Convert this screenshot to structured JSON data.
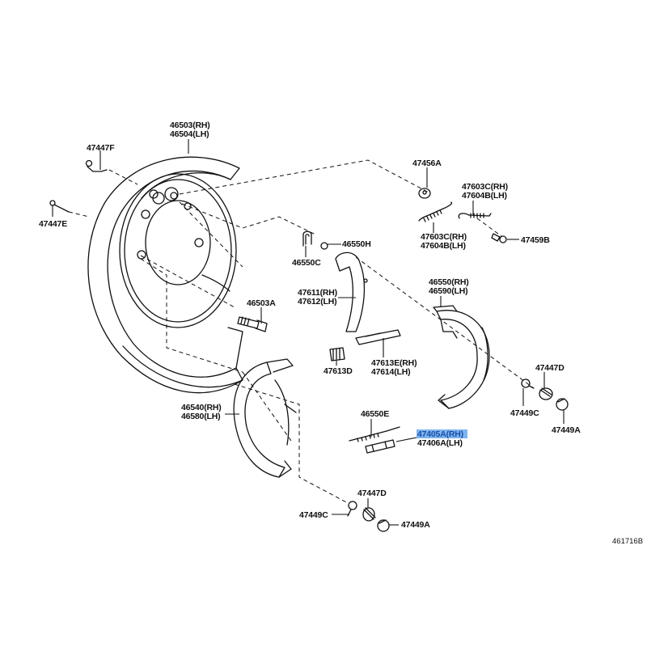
{
  "diagram": {
    "title": "Rear brake parking shoe assembly exploded view",
    "figure_code": "461716B",
    "highlight_color": "#7fb4ee",
    "parts": [
      {
        "id": "backing-plate",
        "labels": [
          "46503(RH)",
          "46504(LH)"
        ]
      },
      {
        "id": "clip-f",
        "labels": [
          "47447F"
        ]
      },
      {
        "id": "pin-e",
        "labels": [
          "47447E"
        ]
      },
      {
        "id": "bolt-a",
        "labels": [
          "46503A"
        ]
      },
      {
        "id": "cup-456",
        "labels": [
          "47456A"
        ]
      },
      {
        "id": "spring-upper",
        "labels": [
          "47603C(RH)",
          "47604B(LH)"
        ]
      },
      {
        "id": "spring-lower",
        "labels": [
          "47603C(RH)",
          "47604B(LH)"
        ]
      },
      {
        "id": "bolt-459",
        "labels": [
          "47459B"
        ]
      },
      {
        "id": "clip-c",
        "labels": [
          "46550C"
        ]
      },
      {
        "id": "washer-h",
        "labels": [
          "46550H"
        ]
      },
      {
        "id": "lever",
        "labels": [
          "47611(RH)",
          "47612(LH)"
        ]
      },
      {
        "id": "shoe-front",
        "labels": [
          "46550(RH)",
          "46590(LH)"
        ]
      },
      {
        "id": "strut-d",
        "labels": [
          "47613D"
        ]
      },
      {
        "id": "strut",
        "labels": [
          "47613E(RH)",
          "47614(LH)"
        ]
      },
      {
        "id": "shoe-rear",
        "labels": [
          "46540(RH)",
          "46580(LH)"
        ]
      },
      {
        "id": "spring-e",
        "labels": [
          "46550E"
        ]
      },
      {
        "id": "adjuster",
        "labels": [
          "47405A(RH)",
          "47406A(LH)"
        ],
        "selected_label": "47405A(RH)"
      },
      {
        "id": "spring-d-right",
        "labels": [
          "47447D"
        ]
      },
      {
        "id": "pin-c-right",
        "labels": [
          "47449C"
        ]
      },
      {
        "id": "cap-a-right",
        "labels": [
          "47449A"
        ]
      },
      {
        "id": "spring-d-bottom",
        "labels": [
          "47447D"
        ]
      },
      {
        "id": "pin-c-bottom",
        "labels": [
          "47449C"
        ]
      },
      {
        "id": "cap-a-bottom",
        "labels": [
          "47449A"
        ]
      }
    ]
  }
}
